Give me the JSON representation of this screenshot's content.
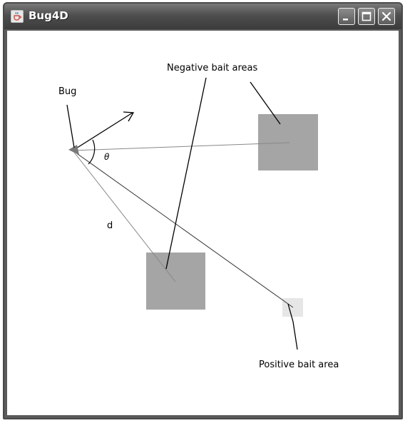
{
  "window": {
    "title": "Bug4D",
    "icon": "java-coffee-cup-icon",
    "controls": {
      "minimize": "minimize-icon",
      "maximize": "maximize-icon",
      "close": "close-icon"
    }
  },
  "diagram": {
    "labels": {
      "bug": "Bug",
      "negative": "Negative bait areas",
      "positive": "Positive bait area",
      "theta": "θ",
      "distance": "d"
    },
    "colors": {
      "negative_area": "#a5a5a5",
      "positive_area": "#e6e6e6",
      "bug": "#7a7a7a"
    }
  }
}
